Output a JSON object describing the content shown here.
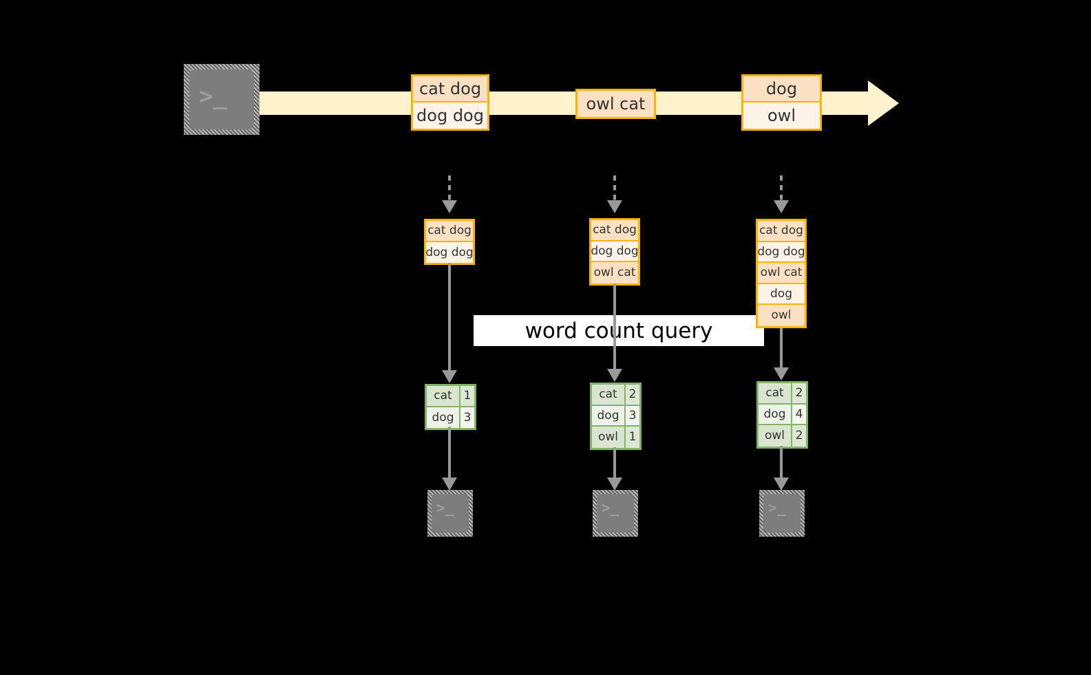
{
  "diagram": {
    "label": "word count query",
    "colors": {
      "background": "#000000",
      "stream_fill": "#fff2cc",
      "record_border": "#ffb300",
      "record_fill_dark": "#fbe0c3",
      "record_fill_light": "#fdf3e8",
      "table_border": "#82b366",
      "table_fill_dark": "#d9e5cf",
      "table_fill_light": "#eef3e9",
      "connector": "#999999",
      "terminal_body": "#7d7d7d"
    },
    "stream": {
      "source_icon": "terminal-icon",
      "source_glyph": ">_",
      "records": [
        {
          "lines": [
            "cat dog",
            "dog dog"
          ]
        },
        {
          "lines": [
            "owl cat"
          ]
        },
        {
          "lines": [
            "dog",
            "owl"
          ]
        }
      ]
    },
    "snapshots": [
      {
        "name": "snapshot-1",
        "input_lines": [
          "cat dog",
          "dog dog"
        ],
        "counts": [
          {
            "word": "cat",
            "count": "1"
          },
          {
            "word": "dog",
            "count": "3"
          }
        ],
        "sink_glyph": ">_"
      },
      {
        "name": "snapshot-2",
        "input_lines": [
          "cat dog",
          "dog dog",
          "owl cat"
        ],
        "counts": [
          {
            "word": "cat",
            "count": "2"
          },
          {
            "word": "dog",
            "count": "3"
          },
          {
            "word": "owl",
            "count": "1"
          }
        ],
        "sink_glyph": ">_"
      },
      {
        "name": "snapshot-3",
        "input_lines": [
          "cat dog",
          "dog dog",
          "owl cat",
          "dog",
          "owl"
        ],
        "counts": [
          {
            "word": "cat",
            "count": "2"
          },
          {
            "word": "dog",
            "count": "4"
          },
          {
            "word": "owl",
            "count": "2"
          }
        ],
        "sink_glyph": ">_"
      }
    ]
  }
}
